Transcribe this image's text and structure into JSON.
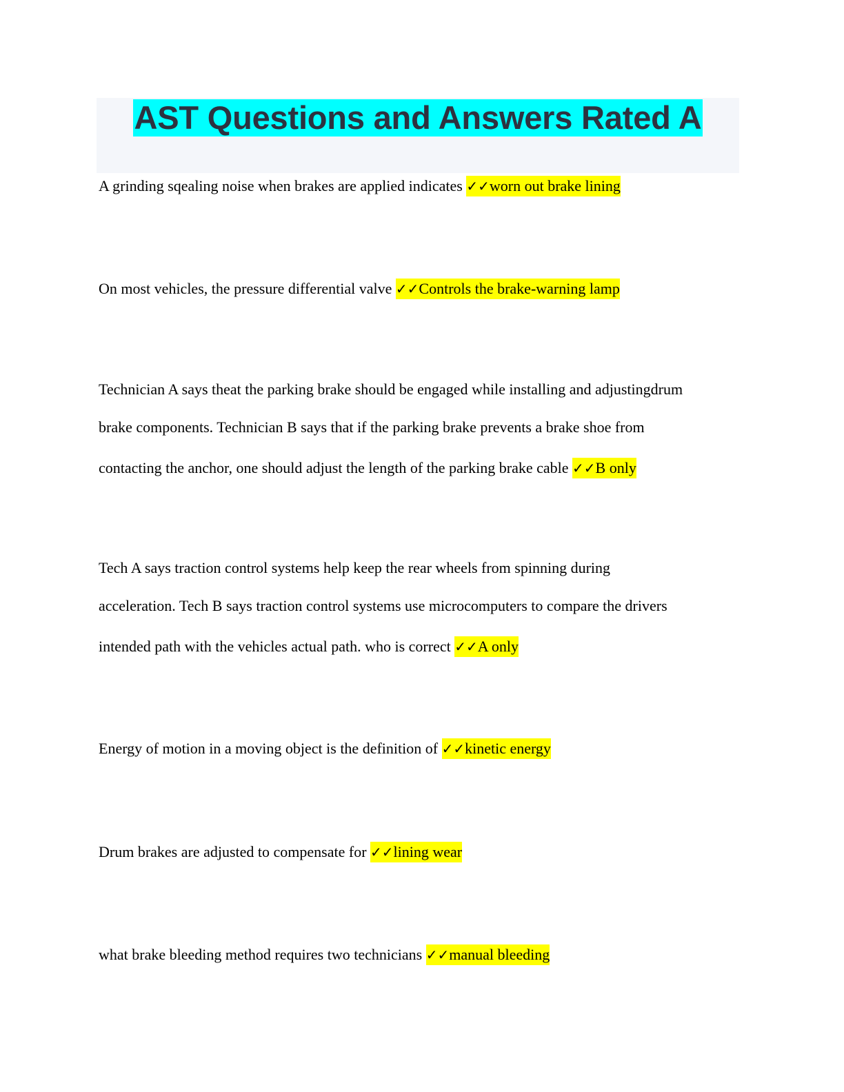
{
  "document": {
    "title": "AST Questions and Answers Rated A",
    "check_icon": "✓✓",
    "colors": {
      "title_highlight": "#00ffff",
      "title_text": "#2d3240",
      "title_band": "#f4f6fa",
      "answer_highlight": "#ffff00"
    },
    "items": [
      {
        "question_lines": [
          "A grinding sqealing noise when brakes are applied indicates"
        ],
        "answer": "worn out brake lining"
      },
      {
        "question_lines": [
          "On most vehicles, the pressure differential valve"
        ],
        "answer": "Controls the brake-warning lamp"
      },
      {
        "question_lines": [
          "Technician A says theat the parking brake should be engaged while installing and adjustingdrum",
          "brake components. Technician B says that if the parking brake prevents a brake shoe from",
          "contacting the anchor, one should adjust the length of the parking brake cable"
        ],
        "answer": "B only"
      },
      {
        "question_lines": [
          "Tech A says traction control systems help keep the rear wheels from spinning during",
          "acceleration. Tech B says traction control systems use microcomputers to compare the drivers",
          "intended path with the vehicles actual path. who is correct"
        ],
        "answer": "A only"
      },
      {
        "question_lines": [
          "Energy of motion in a moving object is the definition of"
        ],
        "answer": "kinetic energy"
      },
      {
        "question_lines": [
          "Drum brakes are adjusted to compensate for"
        ],
        "answer": "lining wear"
      },
      {
        "question_lines": [
          "what brake bleeding method requires two technicians"
        ],
        "answer": "manual bleeding"
      }
    ]
  }
}
